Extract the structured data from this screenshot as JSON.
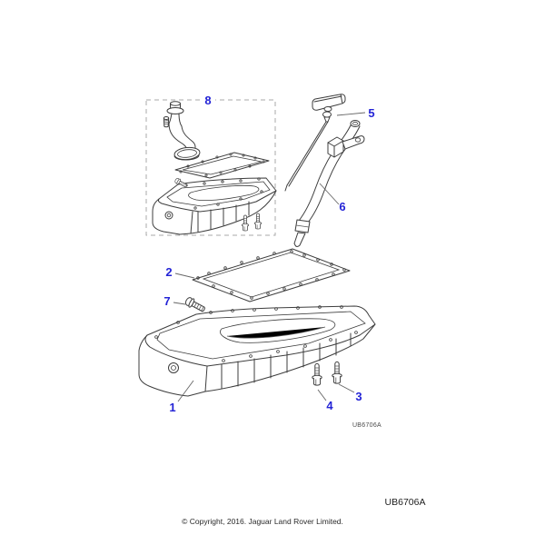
{
  "page": {
    "background": "#ffffff"
  },
  "colors": {
    "callout_blue": "#2424d6",
    "line": "#3d3d3d",
    "dash_gray": "#aaaaaa",
    "code_gray": "#4a4a4a"
  },
  "diagram": {
    "callouts": [
      "1",
      "2",
      "3",
      "4",
      "5",
      "6",
      "7",
      "8"
    ],
    "code_inline": "UB6706A",
    "code_footer": "UB6706A",
    "copyright": "© Copyright, 2016. Jaguar Land Rover Limited."
  }
}
